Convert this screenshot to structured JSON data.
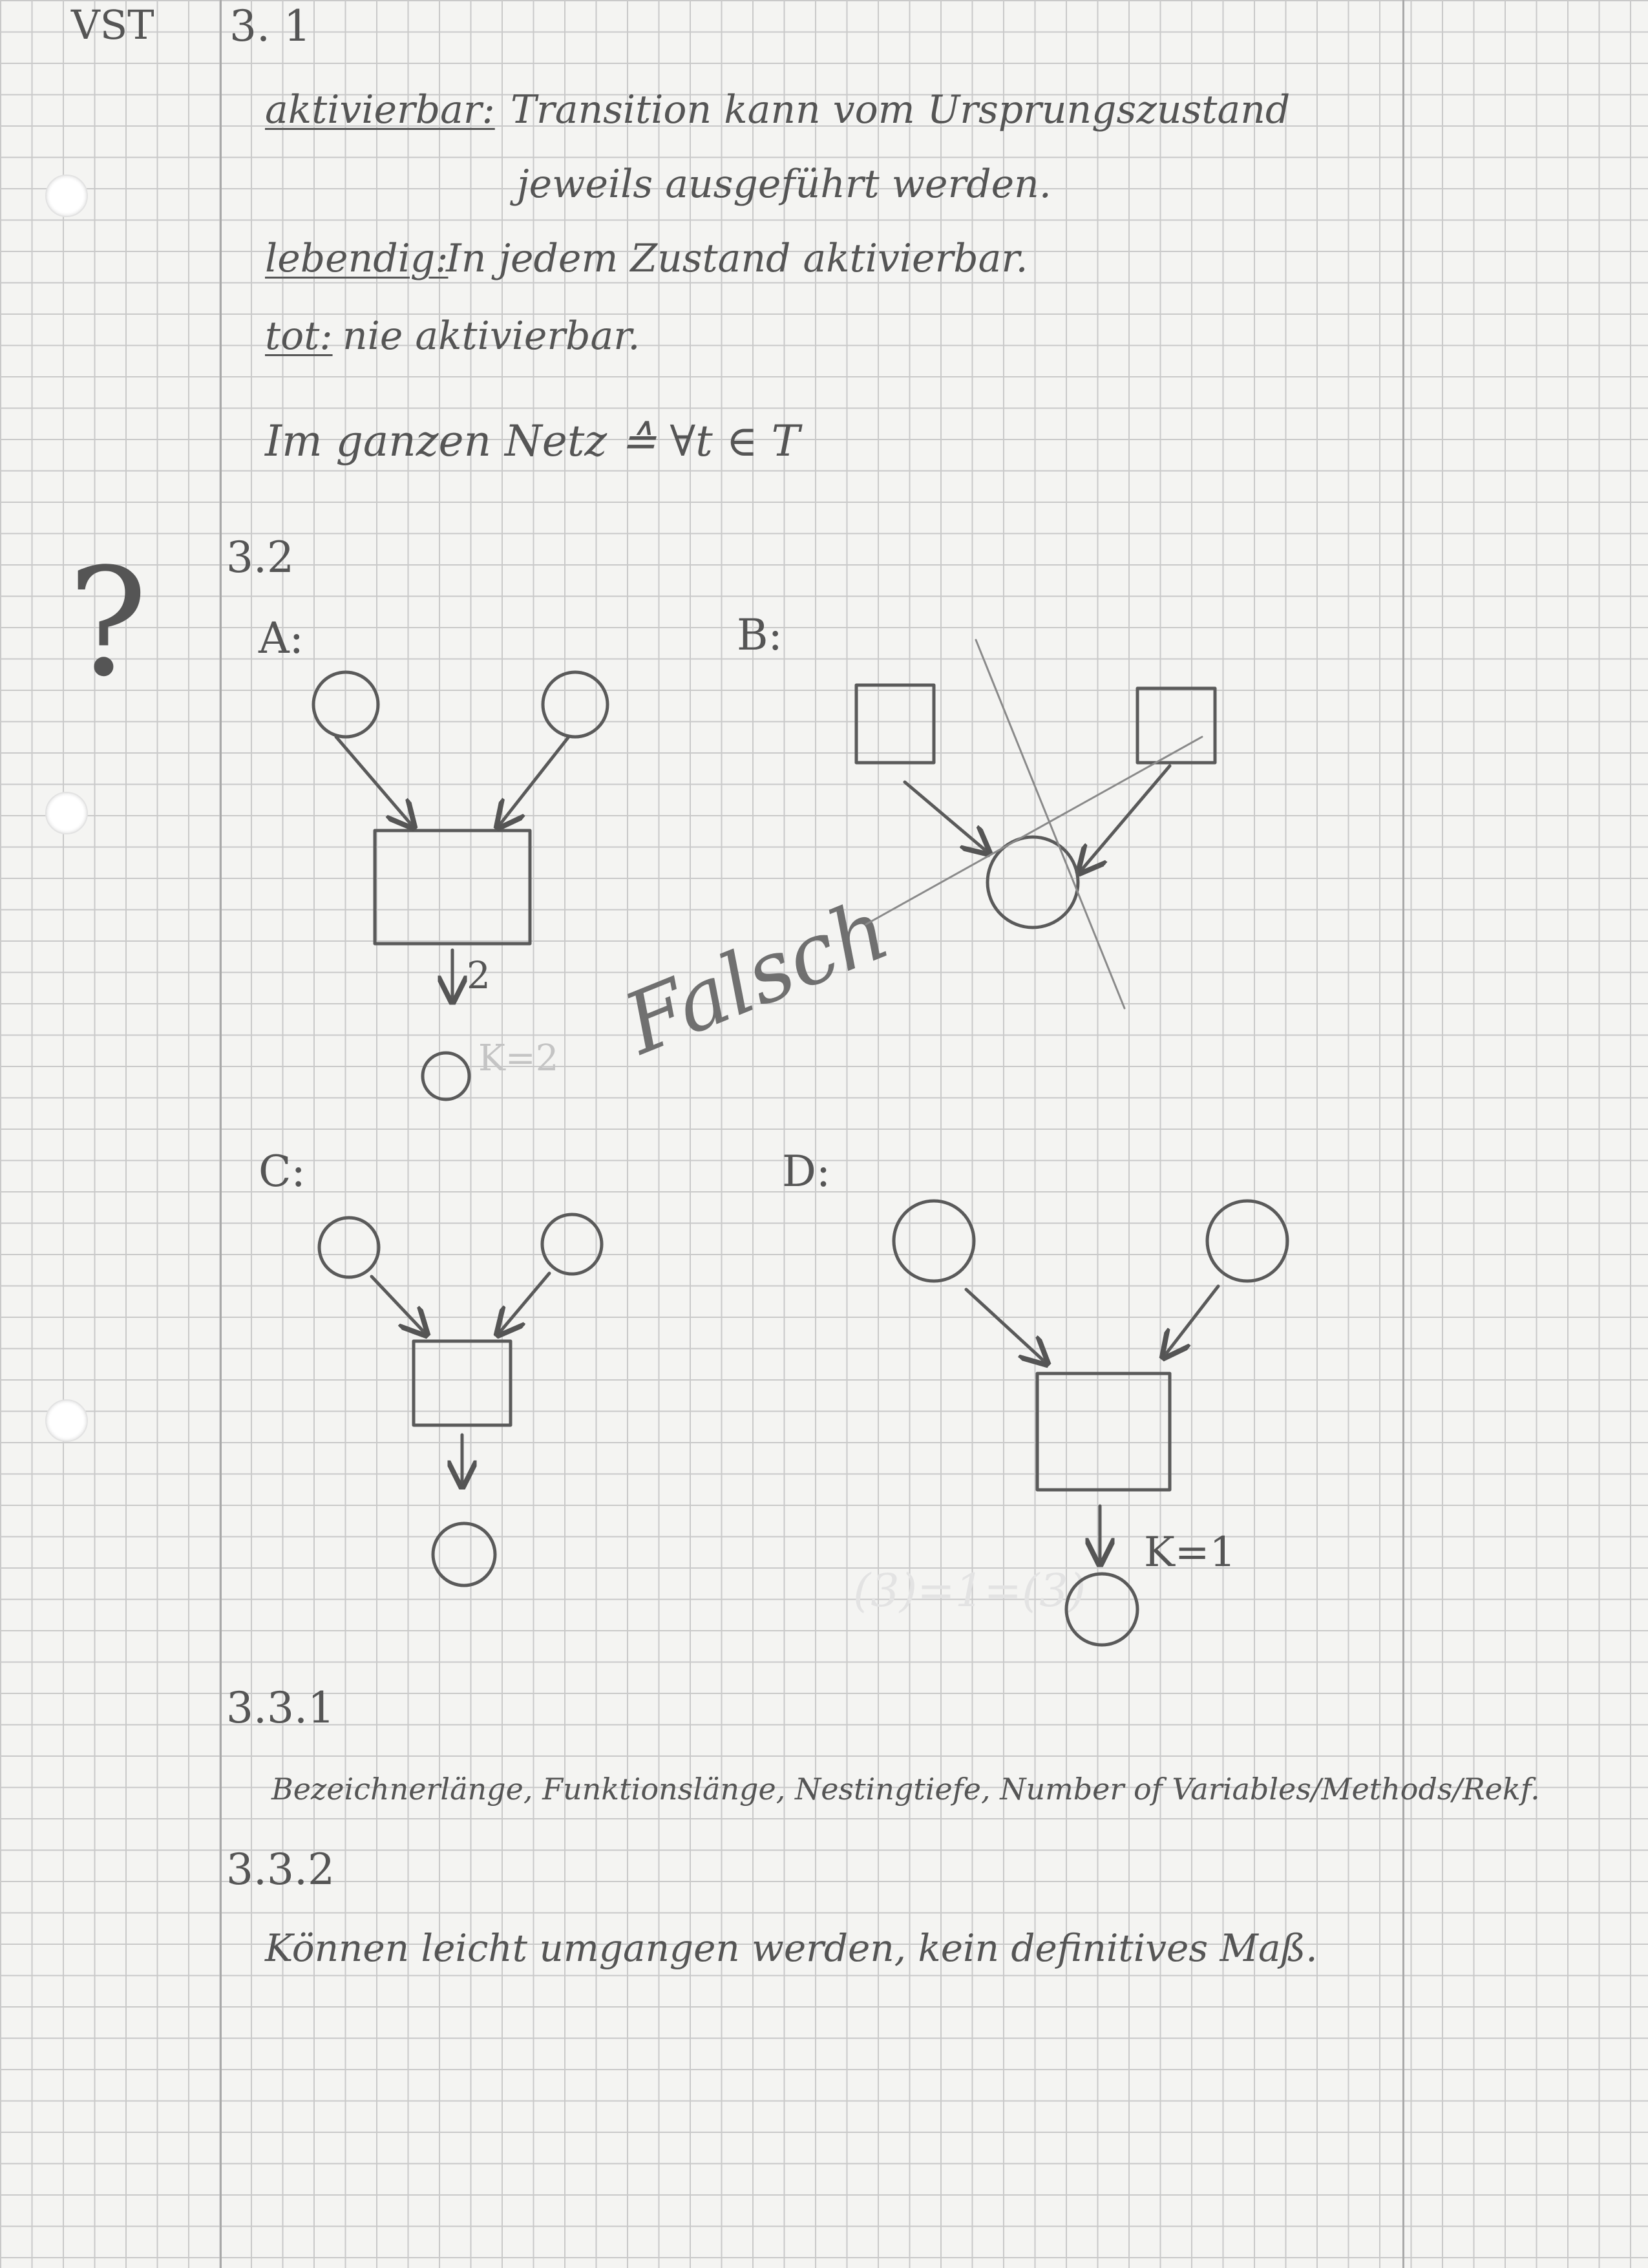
{
  "header": {
    "course": "VST"
  },
  "section_3_1": {
    "number": "3. 1",
    "aktivierbar_label": "aktivierbar:",
    "aktivierbar_text_1": "Transition kann vom Ursprungszustand",
    "aktivierbar_text_2": "jeweils ausgeführt werden.",
    "lebendig_label": "lebendig:",
    "lebendig_text": "In jedem Zustand aktivierbar.",
    "tot_label": "tot:",
    "tot_text": "nie aktivierbar.",
    "netz_line": "Im ganzen Netz ≙ ∀t ∈ T"
  },
  "section_3_2": {
    "number": "3.2",
    "margin_mark": "?",
    "diagram_a": {
      "label": "A:",
      "arc_weight": "2"
    },
    "diagram_b": {
      "label": "B:"
    },
    "diagram_c": {
      "label": "C:"
    },
    "diagram_d": {
      "label": "D:",
      "capacity": "K=1"
    },
    "correction": "Falsch",
    "faint_capacity": "K=2"
  },
  "section_3_3_1": {
    "number": "3.3.1",
    "text": "Bezeichnerlänge, Funktionslänge, Nestingtiefe, Number of Variables/Methods/Rekf."
  },
  "section_3_3_2": {
    "number": "3.3.2",
    "text": "Können leicht umgangen werden, kein definitives Maß."
  },
  "colors": {
    "paper": "#f4f4f2",
    "grid": "#c9c9c9",
    "pencil": "#555555",
    "margin": "#a9a9a9"
  }
}
